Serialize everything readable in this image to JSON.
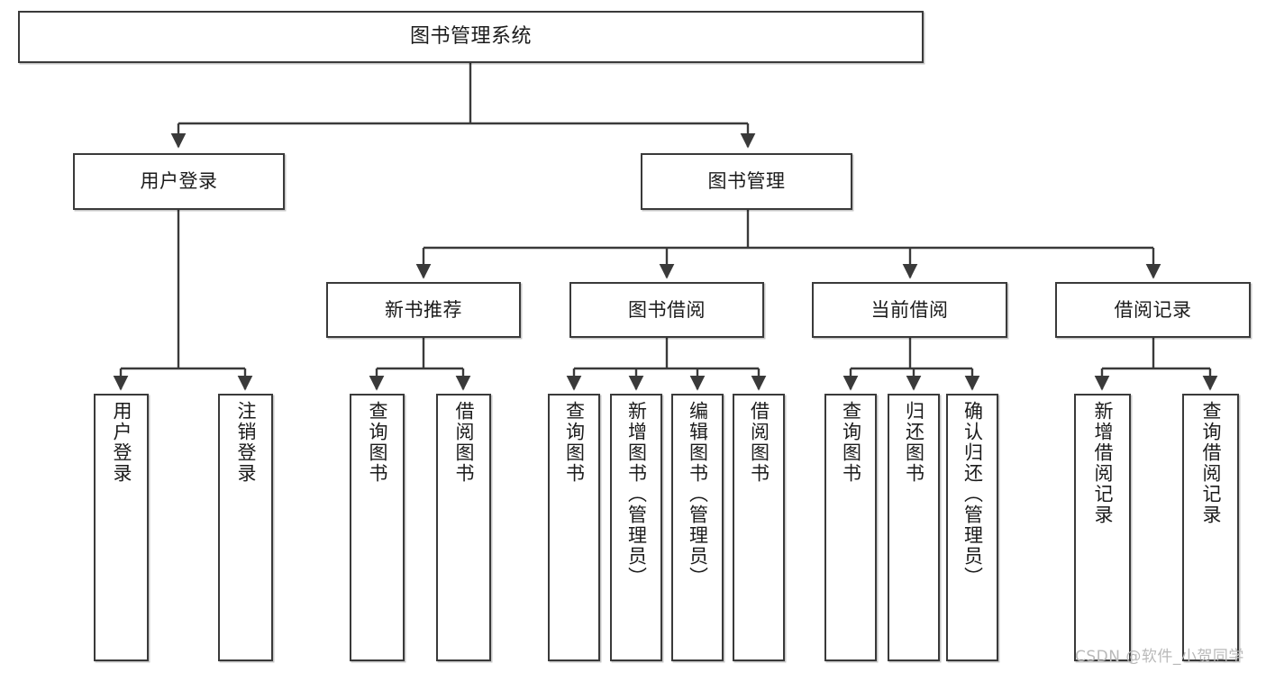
{
  "diagram": {
    "title": "图书管理系统",
    "type": "tree-hierarchy",
    "watermark": "CSDN @软件_小贺同学",
    "colors": {
      "stroke": "#3a3a3a",
      "fill": "#ffffff",
      "text": "#1b1b1b",
      "watermark": "#b9b9b9"
    },
    "root": {
      "label": "图书管理系统"
    },
    "level2": [
      {
        "label": "用户登录"
      },
      {
        "label": "图书管理"
      }
    ],
    "level3": [
      {
        "label": "新书推荐"
      },
      {
        "label": "图书借阅"
      },
      {
        "label": "当前借阅"
      },
      {
        "label": "借阅记录"
      }
    ],
    "leaves": {
      "user_login": [
        {
          "label": "用户登录"
        },
        {
          "label": "注销登录"
        }
      ],
      "new_book_recommend": [
        {
          "label": "查询图书"
        },
        {
          "label": "借阅图书"
        }
      ],
      "book_borrow": [
        {
          "label": "查询图书"
        },
        {
          "label": "新增图书（管理员）"
        },
        {
          "label": "编辑图书（管理员）"
        },
        {
          "label": "借阅图书"
        }
      ],
      "current_borrow": [
        {
          "label": "查询图书"
        },
        {
          "label": "归还图书"
        },
        {
          "label": "确认归还（管理员）"
        }
      ],
      "borrow_record": [
        {
          "label": "新增借阅记录"
        },
        {
          "label": "查询借阅记录"
        }
      ]
    }
  }
}
